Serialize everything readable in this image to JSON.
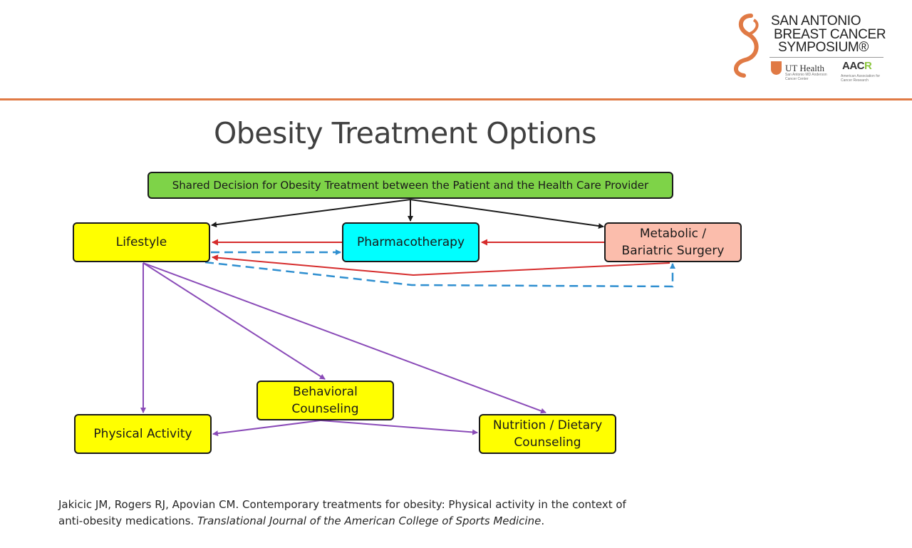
{
  "logo": {
    "line1": "SAN ANTONIO",
    "line2": "BREAST CANCER",
    "line3": "SYMPOSIUM®",
    "ut_label": "UT Health",
    "ut_sub": "San Antonio MD Anderson Cancer Center",
    "aacr_left": "AAC",
    "aacr_right": "R",
    "aacr_sub": "American Association for Cancer Research"
  },
  "title": "Obesity Treatment Options",
  "diagram": {
    "shared": "Shared Decision for Obesity Treatment between the Patient and the Health Care Provider",
    "lifestyle": "Lifestyle",
    "pharmacotherapy": "Pharmacotherapy",
    "surgery_line1": "Metabolic /",
    "surgery_line2": "Bariatric Surgery",
    "behavioral_line1": "Behavioral",
    "behavioral_line2": "Counseling",
    "physical": "Physical Activity",
    "nutrition_line1": "Nutrition / Dietary",
    "nutrition_line2": "Counseling"
  },
  "colors": {
    "accent_rule": "#e07a45",
    "shared_box": "#7ed348",
    "lifestyle_box": "#ffff00",
    "pharm_box": "#00ffff",
    "surgery_box": "#fbbdac",
    "arrow_black": "#1a1a1a",
    "arrow_red": "#d62c2c",
    "arrow_blue_dashed": "#2f8fd0",
    "arrow_purple": "#8a4bb8"
  },
  "citation": {
    "plain": "Jakicic JM, Rogers RJ, Apovian CM. Contemporary treatments for obesity: Physical activity in the context of anti-obesity medications. ",
    "journal": "Translational Journal of the American College of Sports Medicine",
    "end": "."
  }
}
